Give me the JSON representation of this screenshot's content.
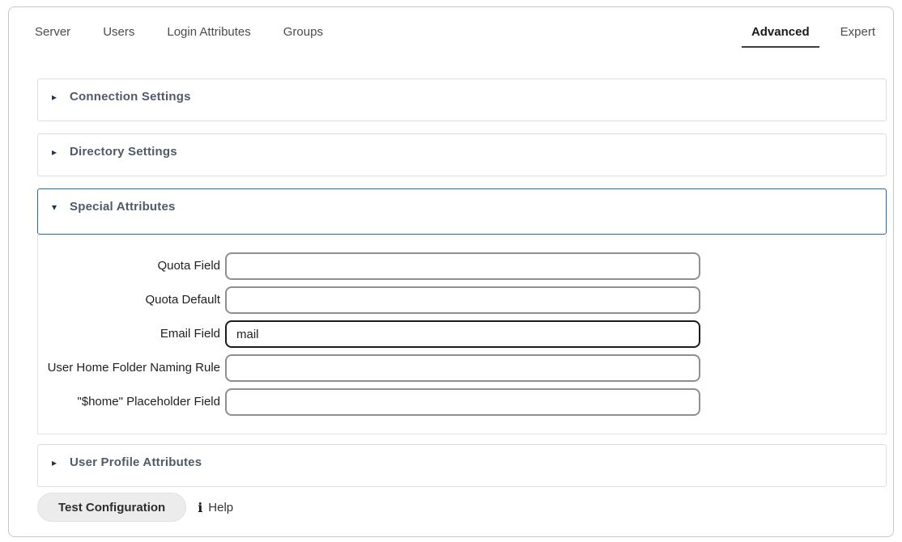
{
  "tabs": {
    "left": [
      {
        "label": "Server"
      },
      {
        "label": "Users"
      },
      {
        "label": "Login Attributes"
      },
      {
        "label": "Groups"
      }
    ],
    "right": [
      {
        "label": "Advanced",
        "active": true
      },
      {
        "label": "Expert",
        "active": false
      }
    ]
  },
  "icons": {
    "collapsed_arrow": "▸",
    "expanded_arrow": "▾",
    "info": "i"
  },
  "sections": [
    {
      "title": "Connection Settings",
      "expanded": false
    },
    {
      "title": "Directory Settings",
      "expanded": false
    },
    {
      "title": "Special Attributes",
      "expanded": true
    },
    {
      "title": "User Profile Attributes",
      "expanded": false
    }
  ],
  "form": {
    "fields": [
      {
        "label": "Quota Field",
        "value": "",
        "focused": false
      },
      {
        "label": "Quota Default",
        "value": "",
        "focused": false
      },
      {
        "label": "Email Field",
        "value": "mail",
        "focused": true
      },
      {
        "label": "User Home Folder Naming Rule",
        "value": "",
        "focused": false
      },
      {
        "label": "\"$home\" Placeholder Field",
        "value": "",
        "focused": false
      }
    ]
  },
  "footer": {
    "test_button_label": "Test Configuration",
    "help_label": "Help"
  },
  "colors": {
    "expanded_section_border": "#2b6a9e",
    "section_title": "#505a68",
    "focused_input_border": "#1b1b1b"
  }
}
